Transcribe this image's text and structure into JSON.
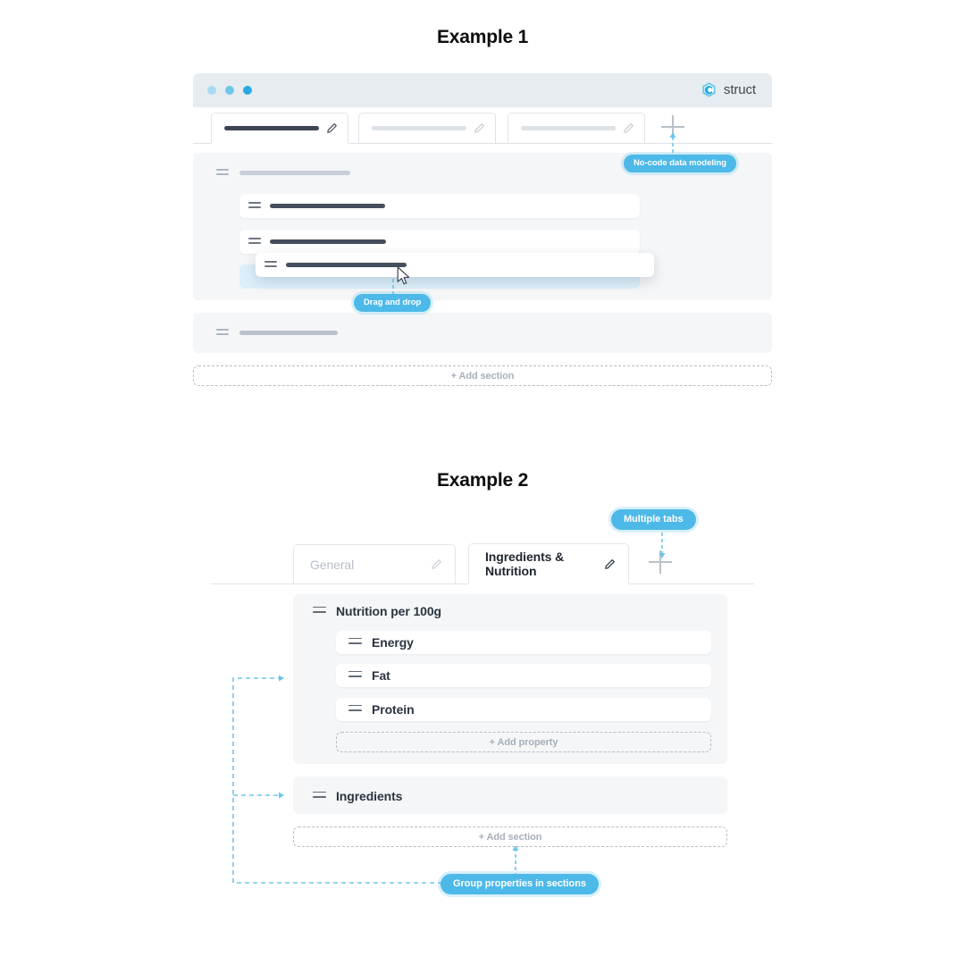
{
  "page": {
    "background": "#ffffff",
    "accent": "#4db9e8",
    "brand_blue": "#27aae1"
  },
  "examples": [
    {
      "title": "Example 1",
      "window": {
        "dots": [
          "window-dot-1",
          "window-dot-2",
          "window-dot-3"
        ],
        "brand_name": "struct",
        "brand_icon": "struct-hexagon-logo"
      },
      "tabs": [
        {
          "name": "tab-1",
          "state": "active",
          "label_placeholder": "",
          "edit_icon": "pencil-icon"
        },
        {
          "name": "tab-2",
          "state": "inactive",
          "label_placeholder": "",
          "edit_icon": "pencil-icon"
        },
        {
          "name": "tab-3",
          "state": "inactive",
          "label_placeholder": "",
          "edit_icon": "pencil-icon"
        }
      ],
      "add_tab_icon": "plus-icon",
      "rows": [
        {
          "name": "section-header-1",
          "kind": "section"
        },
        {
          "name": "property-row-1",
          "kind": "property"
        },
        {
          "name": "property-row-2",
          "kind": "property"
        },
        {
          "name": "property-row-dragging",
          "kind": "property-dragging"
        },
        {
          "name": "drop-placeholder",
          "kind": "drop-zone"
        },
        {
          "name": "section-header-2",
          "kind": "section"
        }
      ],
      "add_section_label": "+ Add section",
      "badges": [
        {
          "name": "badge-no-code-data-modeling",
          "text": "No-code data modeling"
        },
        {
          "name": "badge-drag-and-drop",
          "text": "Drag and drop"
        }
      ],
      "cursor": "mouse-pointer"
    },
    {
      "title": "Example 2",
      "tabs": [
        {
          "name": "tab-general",
          "label": "General",
          "state": "inactive",
          "edit_icon": "pencil-icon"
        },
        {
          "name": "tab-ingredients-nutrition",
          "label": "Ingredients & Nutrition",
          "state": "active",
          "edit_icon": "pencil-icon"
        }
      ],
      "add_tab_icon": "plus-icon",
      "sections": [
        {
          "name": "section-nutrition",
          "label": "Nutrition per 100g",
          "properties": [
            {
              "name": "property-energy",
              "label": "Energy"
            },
            {
              "name": "property-fat",
              "label": "Fat"
            },
            {
              "name": "property-protein",
              "label": "Protein"
            }
          ],
          "add_property_label": "+ Add property"
        },
        {
          "name": "section-ingredients",
          "label": "Ingredients",
          "properties": [],
          "add_property_label": ""
        }
      ],
      "add_section_label": "+ Add section",
      "badges": [
        {
          "name": "badge-multiple-tabs",
          "text": "Multiple tabs"
        },
        {
          "name": "badge-group-properties",
          "text": "Group properties in sections"
        }
      ]
    }
  ]
}
